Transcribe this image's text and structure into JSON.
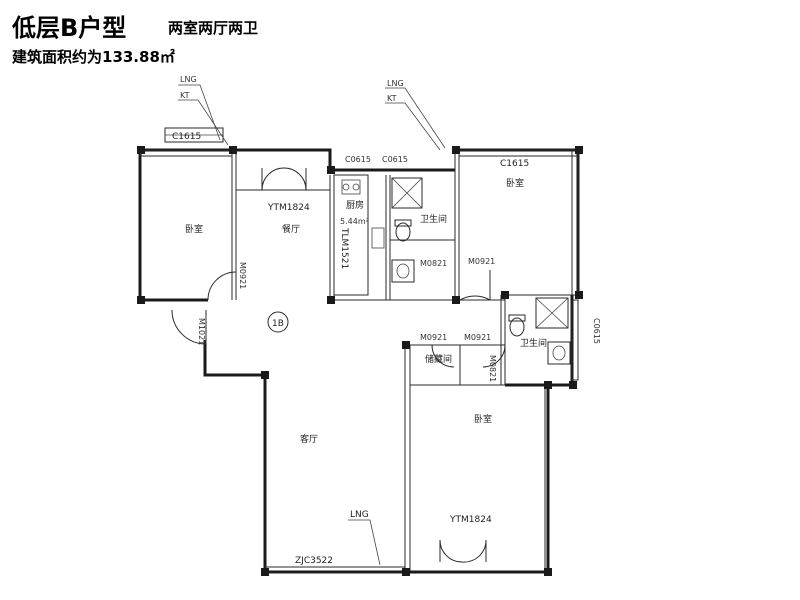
{
  "header": {
    "title": "低层B户型",
    "subtitle": "两室两厅两卫",
    "area": "建筑面积约为133.88㎡"
  },
  "rooms": {
    "bedroom_left": "卧室",
    "dining": "餐厅",
    "kitchen": "厨房",
    "kitchen_area": "5.44m²",
    "bath_top": "卫生间",
    "bedroom_right": "卧室",
    "living": "客厅",
    "storage": "储藏间",
    "bath_right": "卫生间",
    "bedroom_bottom": "卧室"
  },
  "labels": {
    "lng1": "LNG",
    "kt1": "KT",
    "lng2": "LNG",
    "kt2": "KT",
    "lng3": "LNG",
    "c1615_left": "C1615",
    "c1615_right": "C1615",
    "c0615a": "C0615",
    "c0615b": "C0615",
    "c0615_side": "C0615",
    "ytm_top": "YTM1824",
    "ytm_bottom": "YTM1824",
    "tlm": "TLM1521",
    "m0921_left": "M0921",
    "m1021": "M1021",
    "m0821_top": "M0821",
    "m0921_right": "M0921",
    "m0921_store": "M0921",
    "m0921_bath": "M0921",
    "m0821_right": "M0821",
    "zjc": "ZJC3522",
    "unit_tag": "1B"
  }
}
